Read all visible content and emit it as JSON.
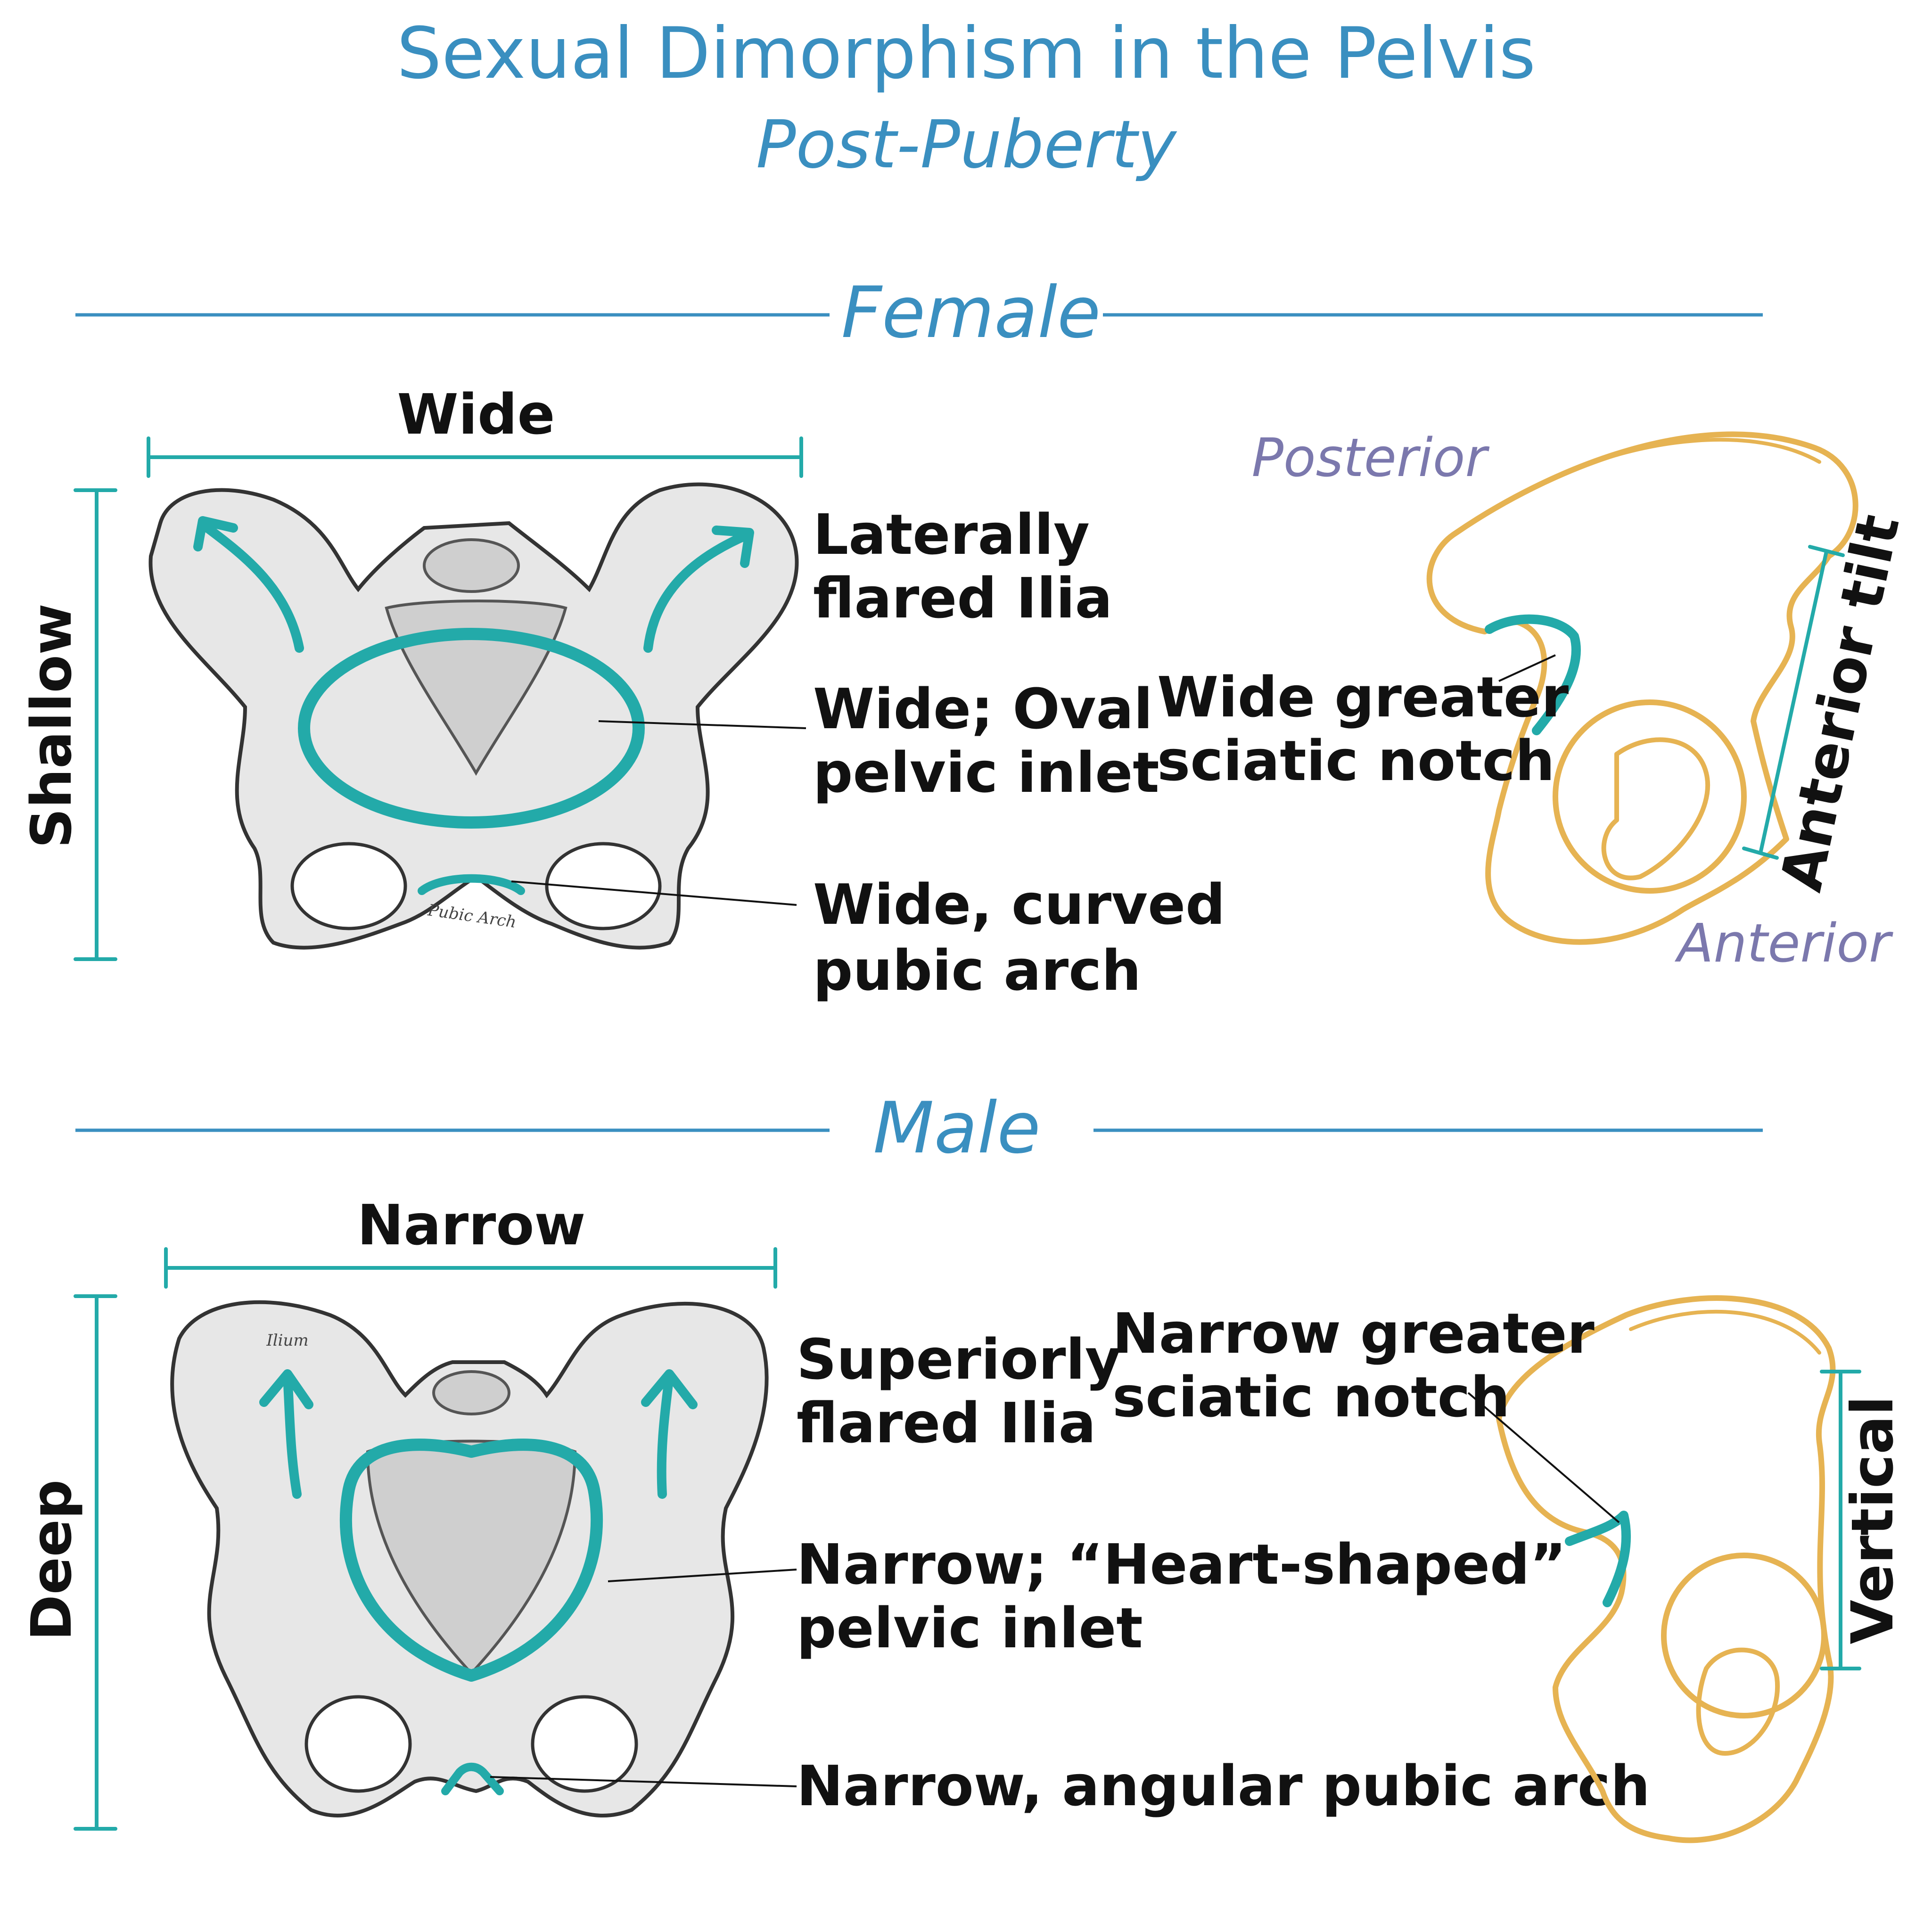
{
  "title": "Sexual Dimorphism in the Pelvis",
  "subtitle": "Post-Puberty",
  "female": {
    "heading": "Female",
    "width_label": "Wide",
    "depth_label": "Shallow",
    "features": {
      "ilia": [
        "Laterally",
        "flared Ilia"
      ],
      "inlet": [
        "Wide; Oval",
        "pelvic inlet"
      ],
      "arch": [
        "Wide, curved",
        "pubic arch"
      ]
    },
    "lateral": {
      "posterior": "Posterior",
      "anterior": "Anterior",
      "tilt": "Anterior tilt",
      "notch": [
        "Wide greater",
        "sciatic notch"
      ]
    }
  },
  "male": {
    "heading": "Male",
    "width_label": "Narrow",
    "depth_label": "Deep",
    "features": {
      "ilia": [
        "Superiorly",
        "flared Ilia"
      ],
      "inlet": [
        "Narrow; “Heart-shaped”",
        "pelvic inlet"
      ],
      "arch": [
        "Narrow, angular pubic arch"
      ]
    },
    "lateral": {
      "tilt": "Vertical",
      "notch": [
        "Narrow greater",
        "sciatic notch"
      ]
    }
  },
  "engraving_labels": {
    "female_arch": "Pubic Arch",
    "male_ilium": "Ilium"
  },
  "colors": {
    "title": "#3a8fc0",
    "accent_teal": "#23aaa9",
    "outline_ochre": "#e6b352",
    "direction_purple": "#7b78ad"
  }
}
